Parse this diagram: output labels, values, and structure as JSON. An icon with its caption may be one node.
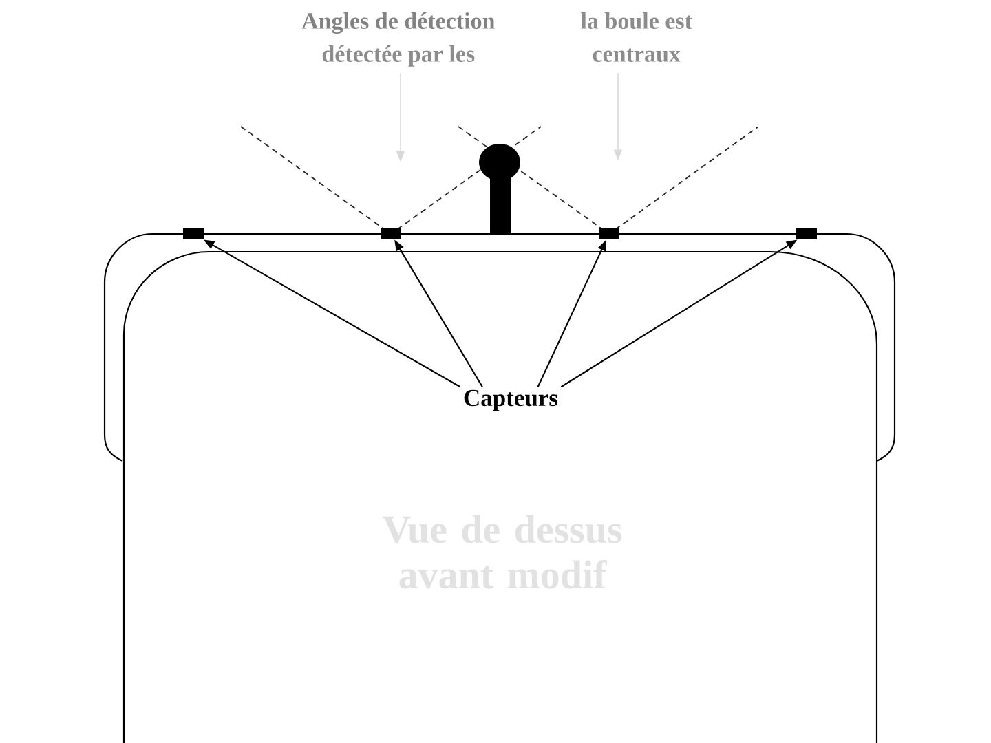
{
  "diagram": {
    "nodes": [
      {
        "text": [
          "Angles de détection",
          "la boule est",
          "détectée par les",
          "centraux"
        ]
      },
      {
        "text": [],
        "shape": "box"
      },
      {
        "text": [],
        "shape": "box"
      },
      {
        "text": [],
        "shape": "box"
      },
      {
        "text": [],
        "shape": "box"
      },
      {
        "text": [
          "Capteurs"
        ]
      }
    ],
    "edges": [
      {
        "from": 0,
        "to": 2,
        "arrow": "to",
        "color": "#d9d9d9"
      },
      {
        "from": 0,
        "to": 3,
        "arrow": "to",
        "color": "#d9d9d9"
      },
      {
        "from": 5,
        "to": 1,
        "arrow": "to"
      },
      {
        "from": 5,
        "to": 2,
        "arrow": "to"
      },
      {
        "from": 5,
        "to": 3,
        "arrow": "to"
      },
      {
        "from": 5,
        "to": 4,
        "arrow": "to"
      }
    ],
    "labels": [
      "Vue de dessus avant modif"
    ]
  }
}
